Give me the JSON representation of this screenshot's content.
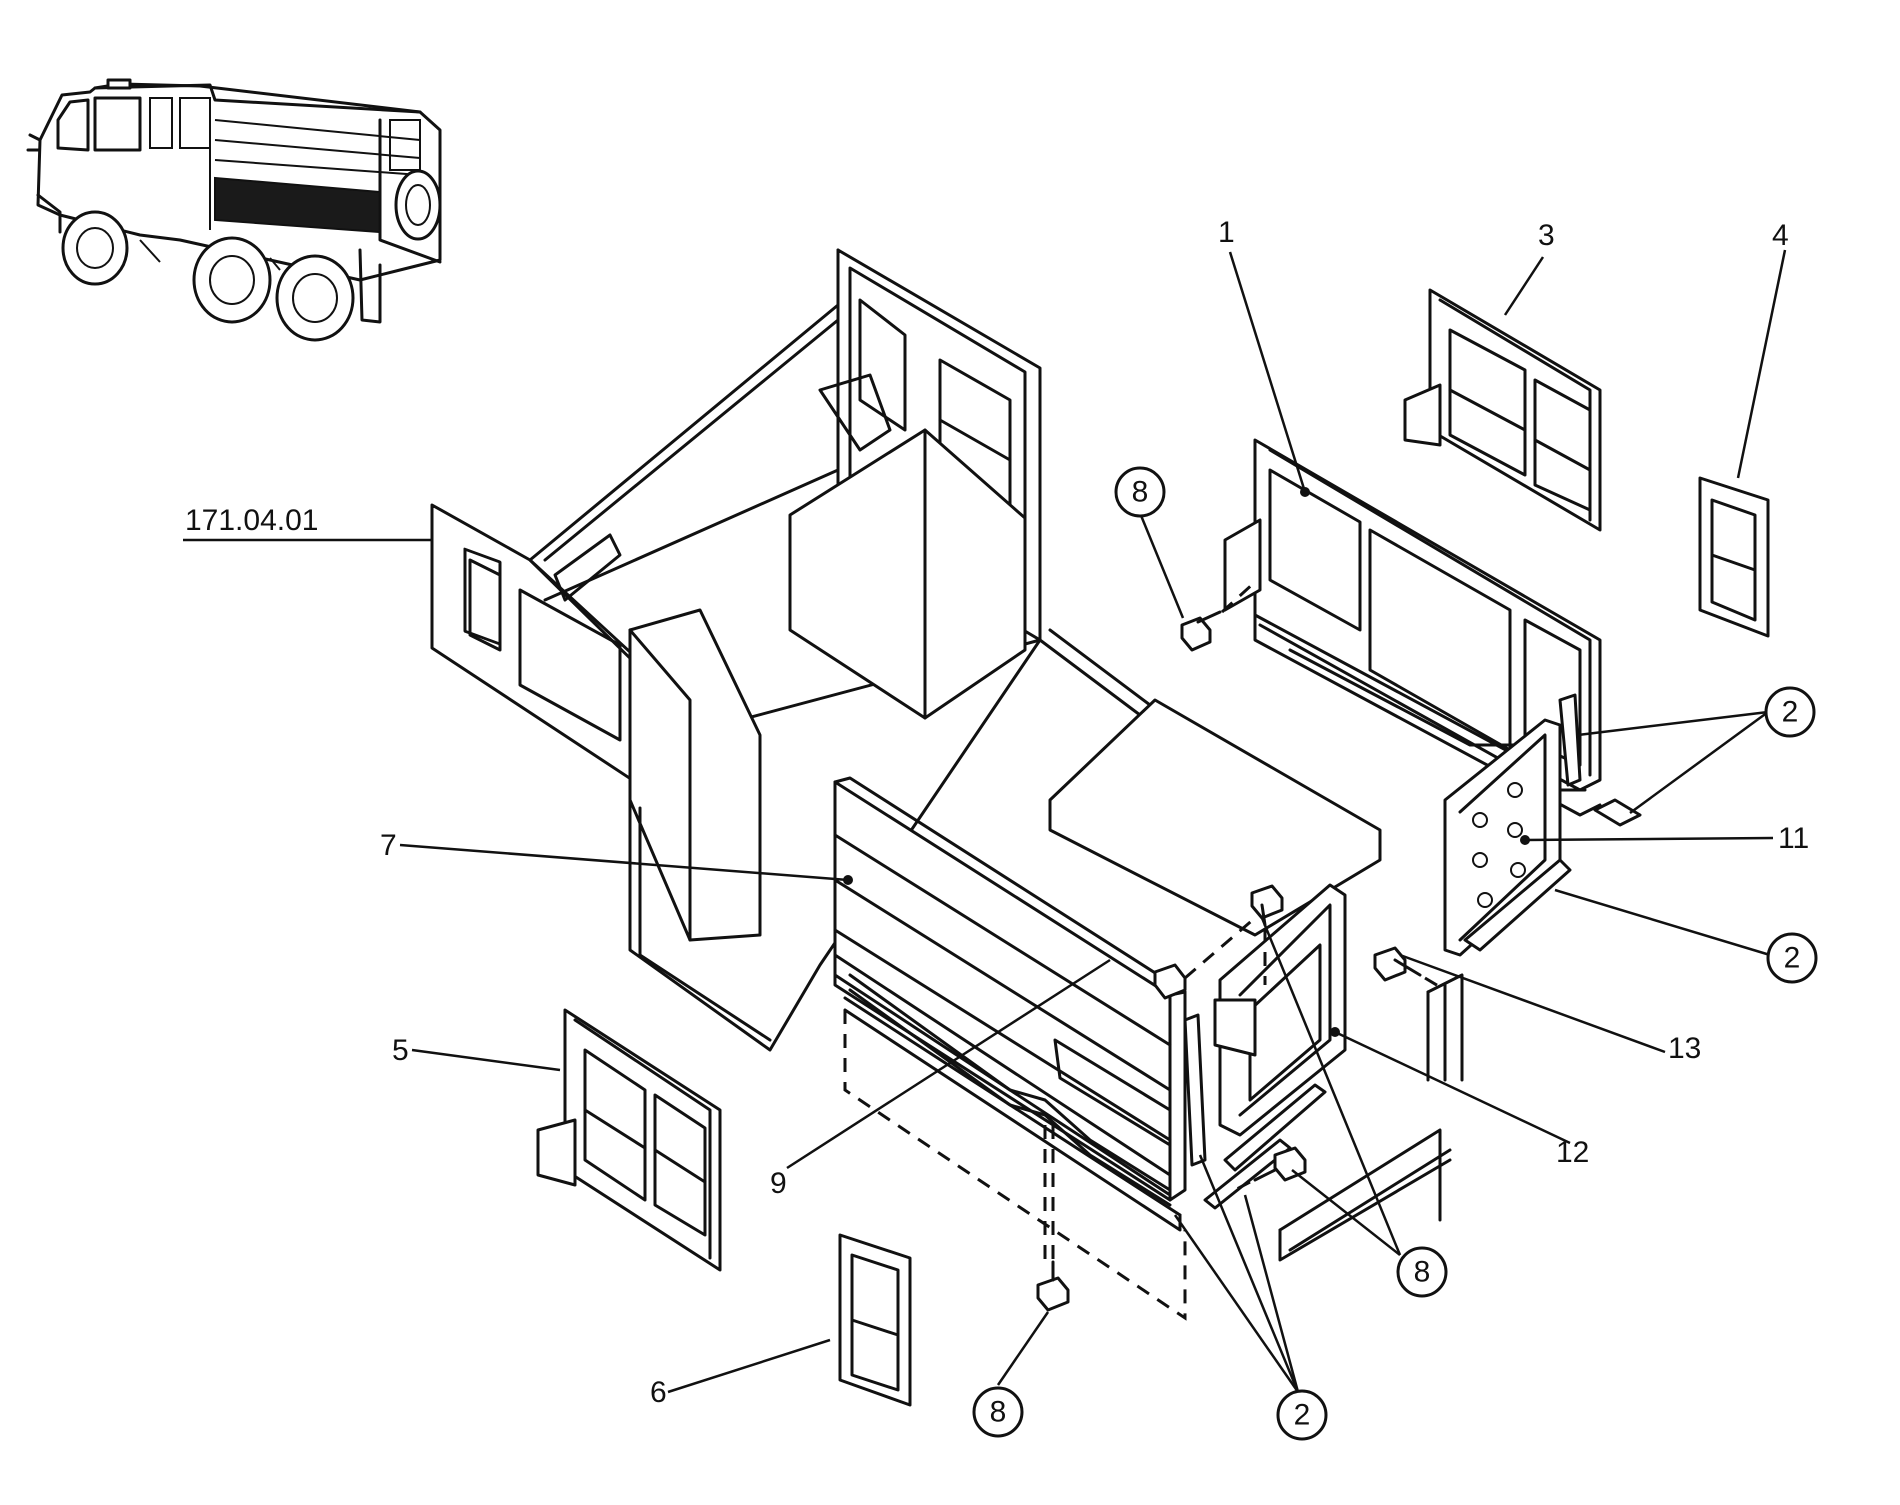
{
  "reference": {
    "code": "171.04.01"
  },
  "callouts": {
    "c1": "1",
    "c3": "3",
    "c4": "4",
    "c5": "5",
    "c6": "6",
    "c7": "7",
    "c9": "9",
    "c11": "11",
    "c12": "12",
    "c13": "13",
    "b8_top": "8",
    "b8_mid": "8",
    "b8_bottom": "8",
    "b2_top": "2",
    "b2_mid": "2",
    "b2_bottom": "2"
  }
}
